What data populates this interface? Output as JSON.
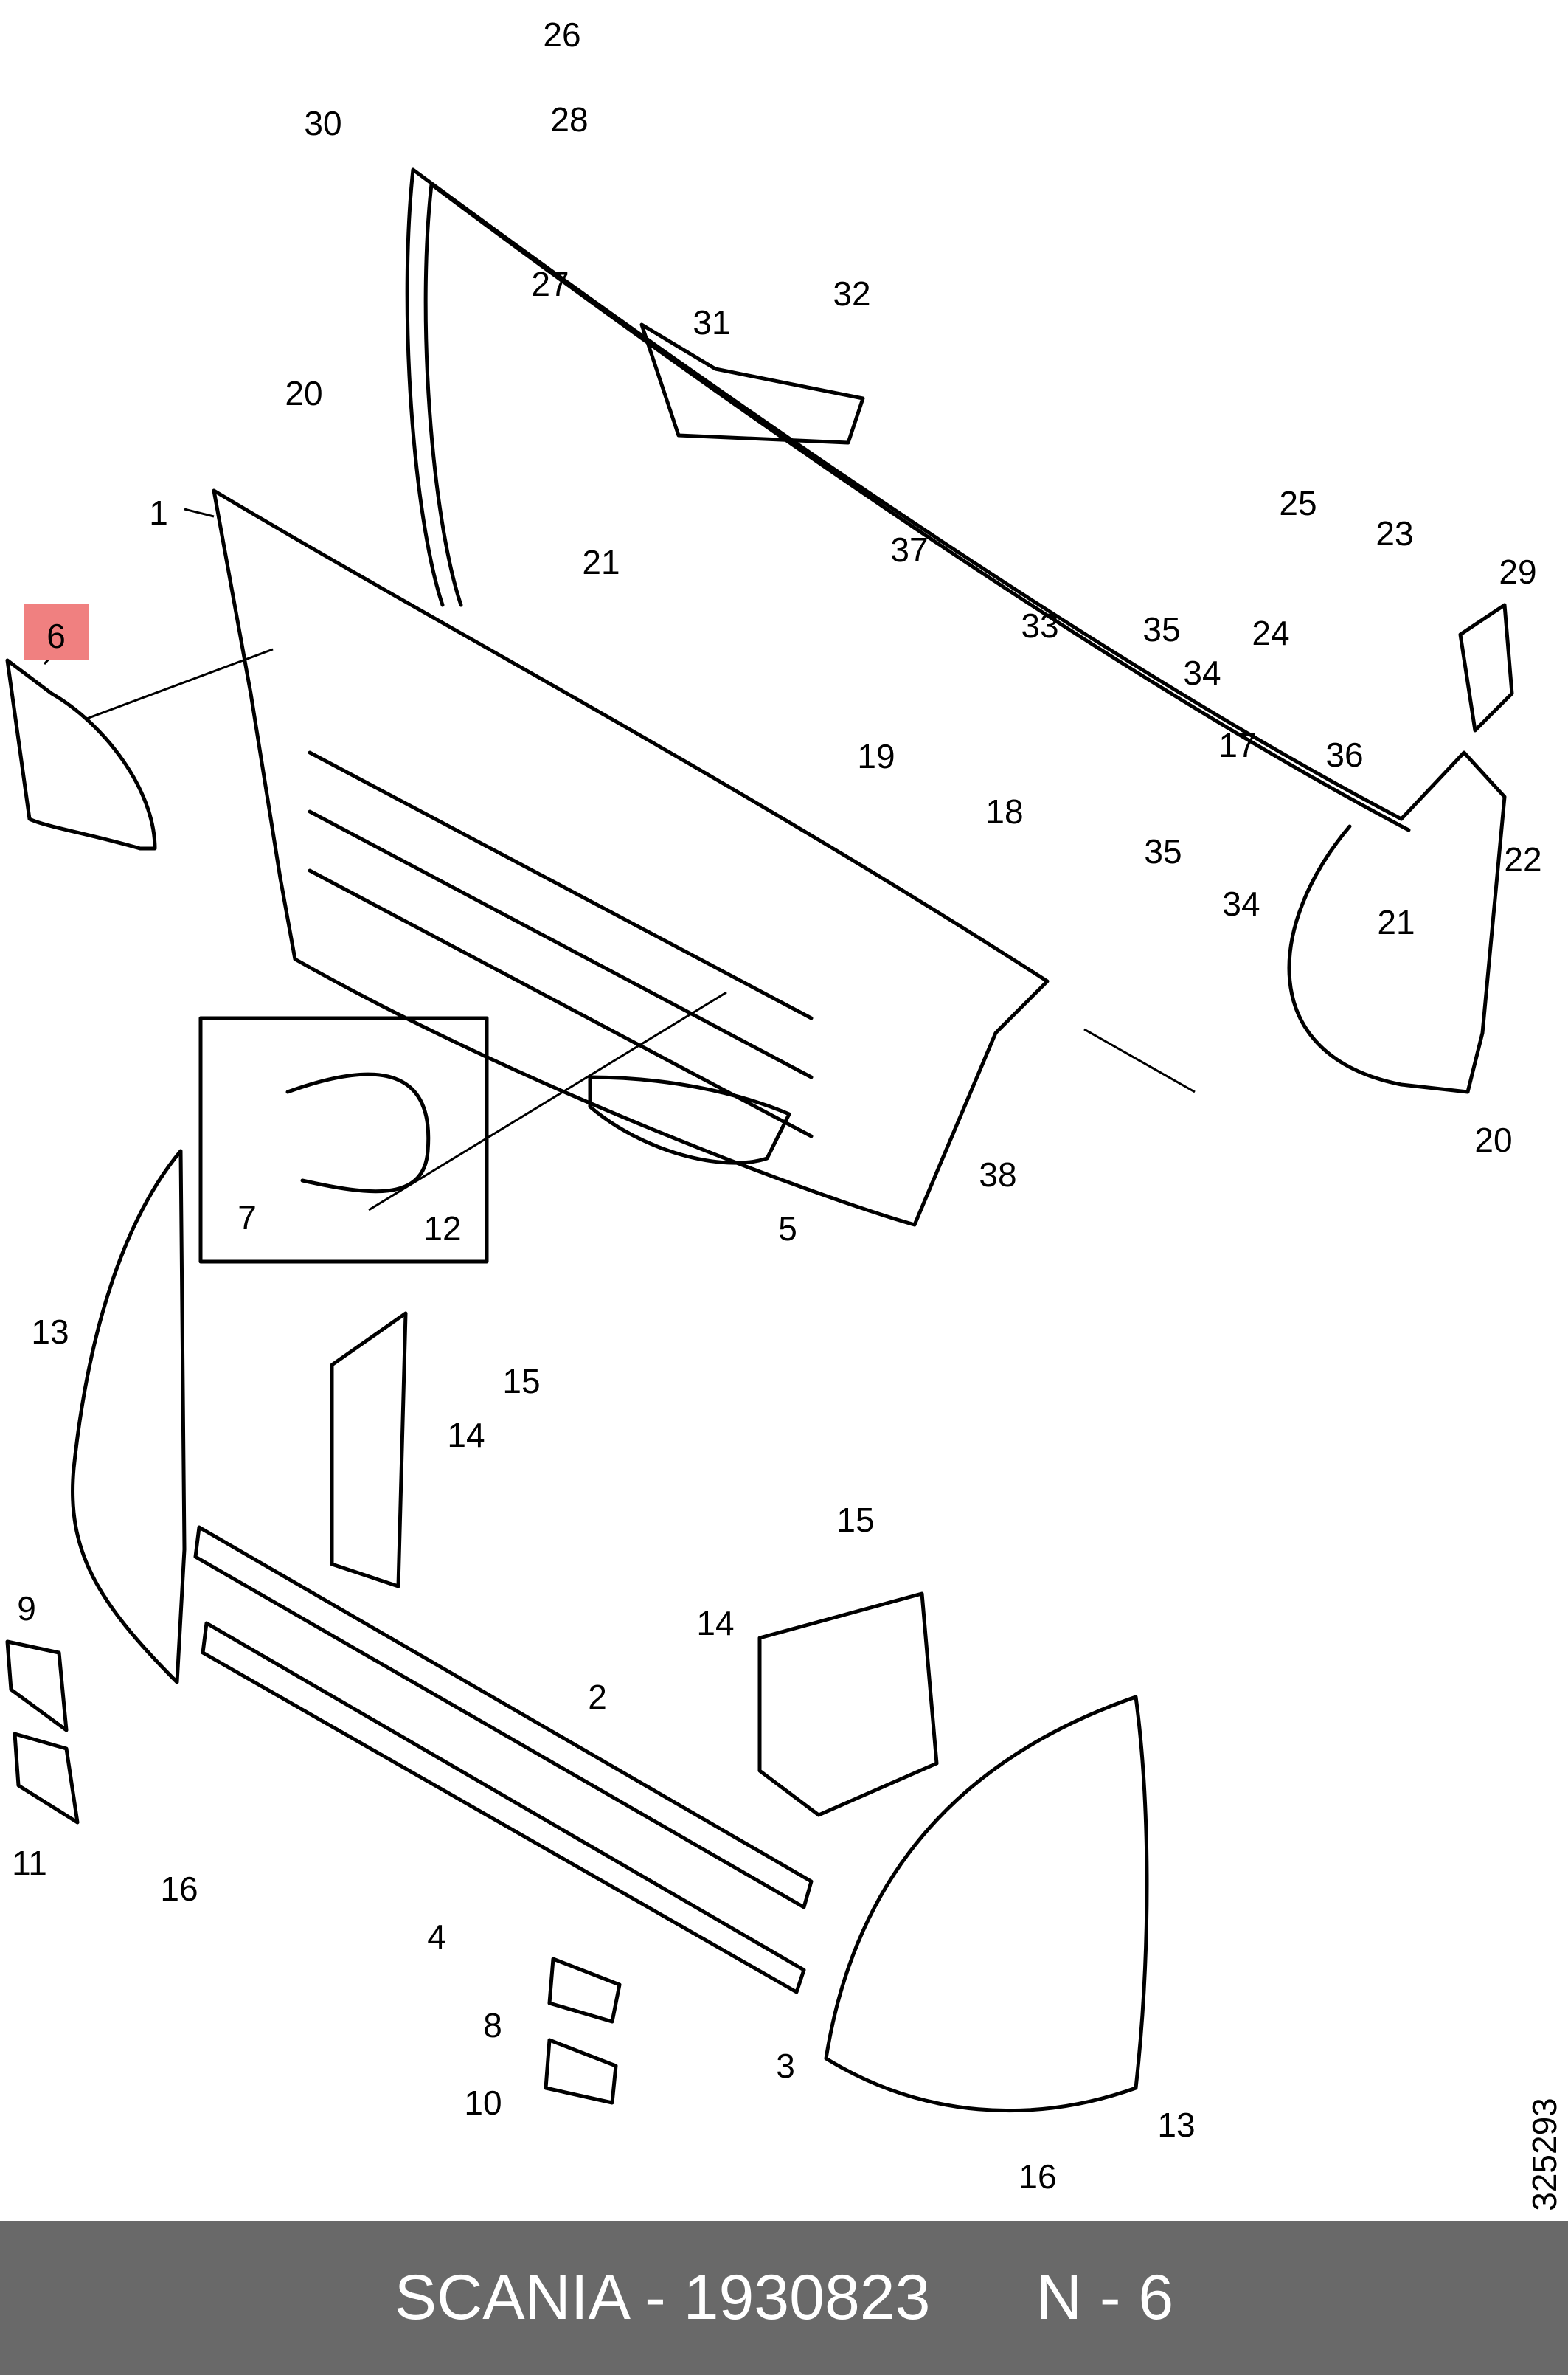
{
  "drawing_number": "325293",
  "highlight_color": "#f08080",
  "highlighted_callout": "6",
  "callouts": [
    "1",
    "2",
    "3",
    "4",
    "5",
    "6",
    "7",
    "8",
    "9",
    "10",
    "11",
    "12",
    "13",
    "13",
    "14",
    "14",
    "15",
    "15",
    "16",
    "16",
    "17",
    "18",
    "19",
    "20",
    "20",
    "21",
    "21",
    "22",
    "23",
    "24",
    "25",
    "26",
    "27",
    "28",
    "29",
    "30",
    "31",
    "32",
    "33",
    "34",
    "34",
    "35",
    "35",
    "36",
    "37",
    "38"
  ],
  "footer": {
    "text": "SCANIA - 1930823",
    "suffix": "N - 6",
    "background": "#696969"
  }
}
